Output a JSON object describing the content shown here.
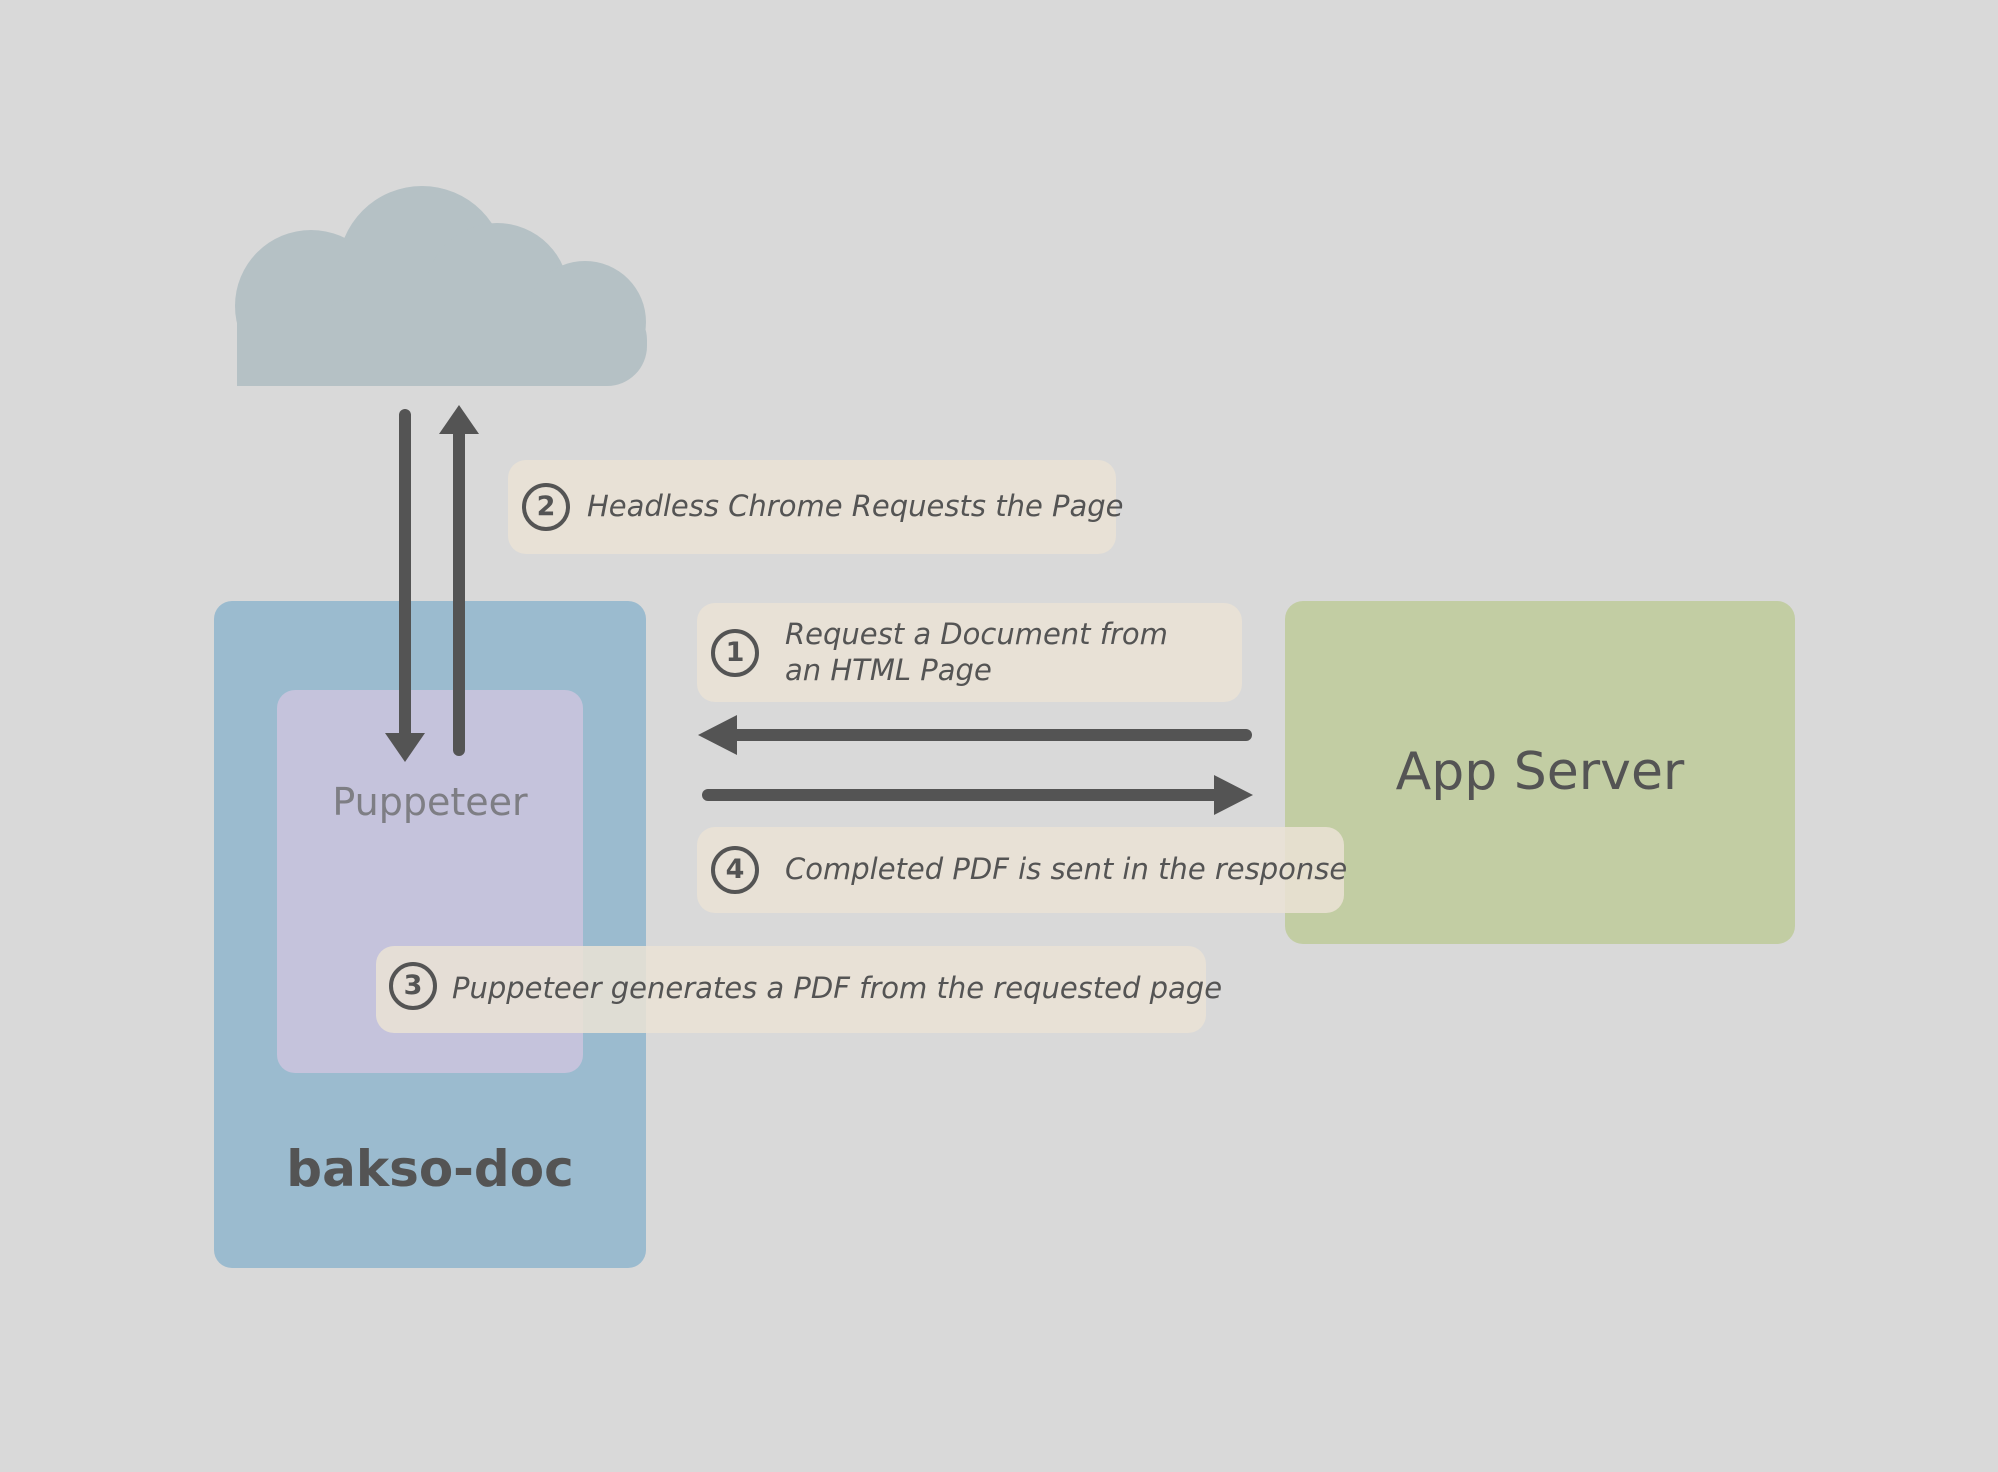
{
  "nodes": {
    "cloud": {
      "icon": "cloud-icon",
      "color": "#b5c1c5"
    },
    "bakso_doc": {
      "label": "bakso-doc",
      "color": "#9bbbcf"
    },
    "puppeteer": {
      "label": "Puppeteer",
      "color": "#c5c3dc"
    },
    "app_server": {
      "label": "App Server",
      "color": "#c2cda3"
    }
  },
  "steps": [
    {
      "number": "1",
      "lines": [
        "Request a Document from",
        "an HTML Page"
      ]
    },
    {
      "number": "2",
      "lines": [
        "Headless Chrome Requests the Page"
      ]
    },
    {
      "number": "3",
      "lines": [
        "Puppeteer generates a PDF from the requested page"
      ]
    },
    {
      "number": "4",
      "lines": [
        "Completed PDF is sent in the response"
      ]
    }
  ],
  "edges": [
    {
      "from": "cloud",
      "to": "puppeteer",
      "direction": "down"
    },
    {
      "from": "puppeteer",
      "to": "cloud",
      "direction": "up"
    },
    {
      "from": "app_server",
      "to": "bakso_doc",
      "direction": "left"
    },
    {
      "from": "bakso_doc",
      "to": "app_server",
      "direction": "right"
    }
  ],
  "colors": {
    "background": "#d9d9d9",
    "arrow": "#545454",
    "callout": "#eae2d5",
    "text": "#545454"
  }
}
